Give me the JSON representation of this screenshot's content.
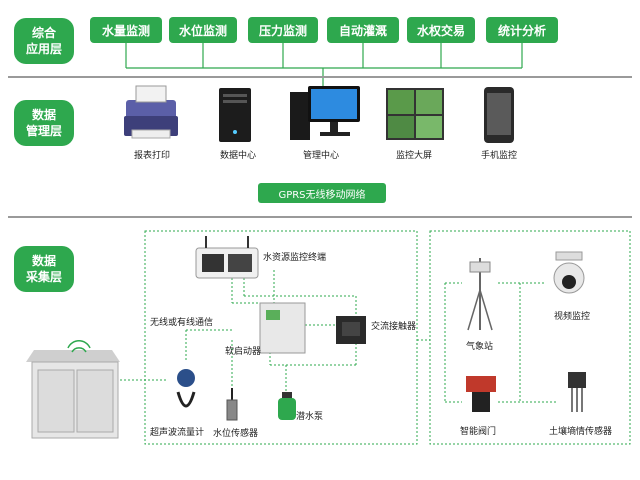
{
  "colors": {
    "accent": "#2ea84e",
    "separator": "#9a9a9a",
    "line": "#2ea84e"
  },
  "layers": {
    "app": "综合\n应用层",
    "mgmt": "数据\n管理层",
    "collect": "数据\n采集层"
  },
  "app_buttons": [
    "水量监测",
    "水位监测",
    "压力监测",
    "自动灌溉",
    "水权交易",
    "统计分析"
  ],
  "mgmt_devices": [
    "报表打印",
    "数据中心",
    "管理中心",
    "监控大屏",
    "手机监控"
  ],
  "network": "GPRS无线移动网络",
  "collect_left": {
    "terminal": "水资源监控终端",
    "comm": "无线或有线通信",
    "soft_starter": "软启动器",
    "contactor": "交流接触器",
    "flowmeter": "超声波流量计",
    "level_sensor": "水位传感器",
    "pump": "潜水泵"
  },
  "collect_right": {
    "weather": "气象站",
    "video": "视频监控",
    "valve": "智能阀门",
    "soil": "土壤墒情传感器"
  }
}
